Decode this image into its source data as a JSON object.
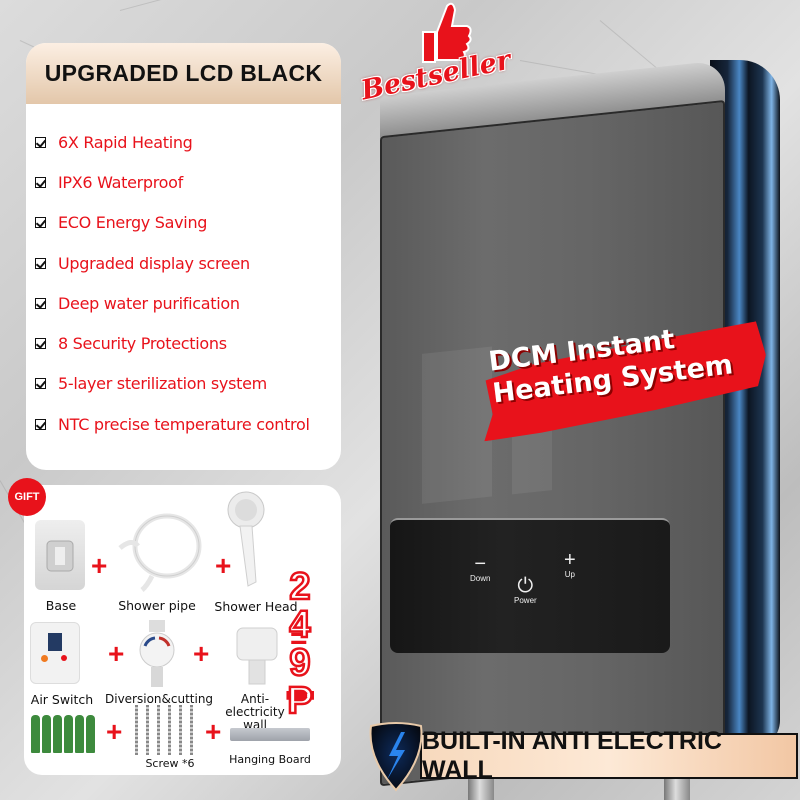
{
  "feature_card": {
    "title": "UPGRADED LCD BLACK",
    "items": [
      "6X Rapid Heating",
      "IPX6 Waterproof",
      "ECO Energy Saving",
      "Upgraded display screen",
      "Deep water purification",
      "8 Security Protections",
      "5-layer sterilization system",
      "NTC precise temperature control"
    ]
  },
  "badge": {
    "bestseller": "Bestseller",
    "icon": "thumbs-up-icon"
  },
  "headline": {
    "line1": "DCM Instant",
    "line2": "Heating System"
  },
  "control_panel": {
    "down_symbol": "−",
    "down_label": "Down",
    "power_symbol": "⏻",
    "power_label": "Power",
    "up_symbol": "+",
    "up_label": "Up"
  },
  "gift": {
    "badge": "GIFT",
    "items": [
      {
        "label": "Base"
      },
      {
        "label": "Shower pipe"
      },
      {
        "label": "Shower Head"
      },
      {
        "label": "Air Switch"
      },
      {
        "label": "Diversion&cutting"
      },
      {
        "label": "Anti-electricity wall"
      },
      {
        "label": "Screw *6"
      },
      {
        "label": "Hanging Board"
      }
    ],
    "plus": "+",
    "equals": "=",
    "price_digits": [
      "2",
      "4",
      "9",
      "₱"
    ]
  },
  "bottom_banner": {
    "text": "BUILT-IN ANTI ELECTRIC WALL",
    "icon": "lightning-shield-icon"
  },
  "colors": {
    "accent_red": "#e8121b",
    "header_beige": "#e3c7aa",
    "banner_peach": "#fde9d6",
    "glow_blue": "#4a87c4"
  }
}
